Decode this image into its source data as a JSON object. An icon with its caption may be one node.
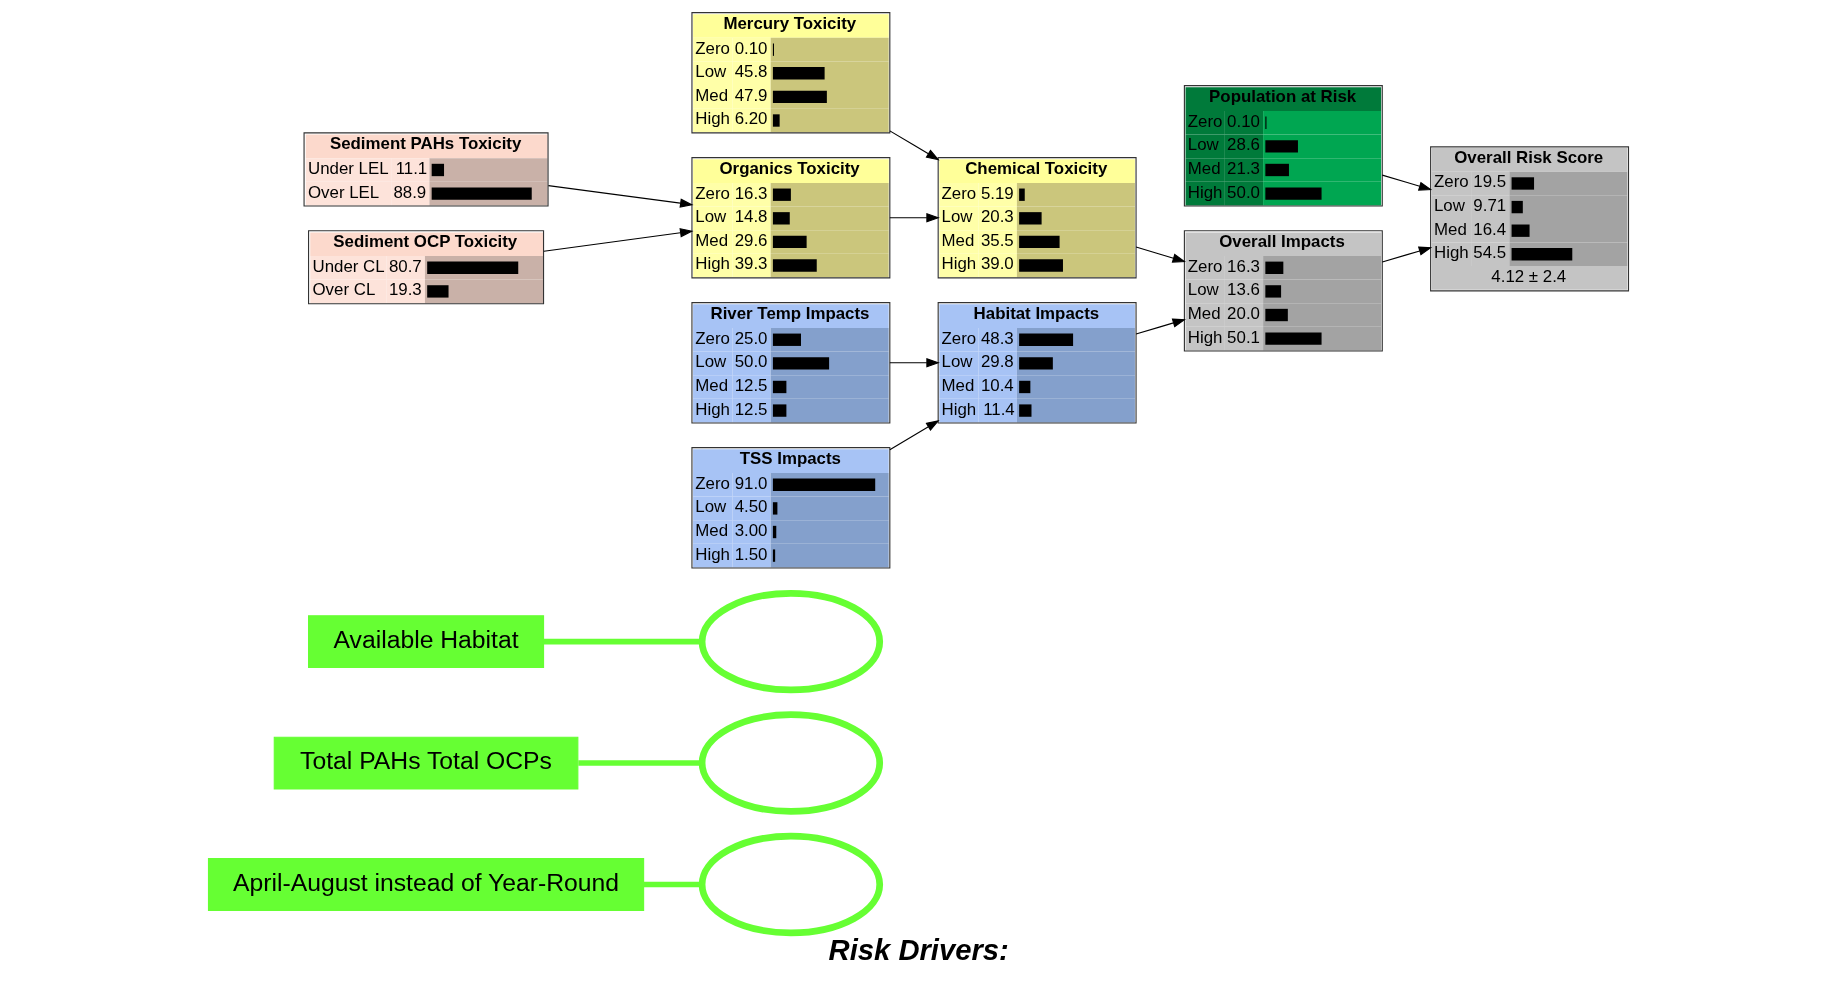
{
  "diagram": {
    "title": "Risk Drivers:",
    "nodes": [
      {
        "text": [
          "Total PAHs Total OCPs"
        ]
      },
      {
        "text": [
          "Available Habitat"
        ]
      },
      {
        "text": [
          "Mercury Toxicity",
          "Zero",
          "0.10",
          "Low",
          "45.8",
          "Med",
          "47.9",
          "High",
          "6.20"
        ]
      },
      {
        "text": [
          "Chemical Toxicity",
          "Zero",
          "5.19",
          "Low",
          "20.3",
          "Med",
          "35.5",
          "High",
          "39.0"
        ]
      },
      {
        "text": [
          "Population at Risk",
          "Zero",
          "0.10",
          "Low",
          "28.6",
          "Med",
          "21.3",
          "High",
          "50.0"
        ]
      },
      {
        "text": [],
        "shape": "ellipse"
      },
      {
        "text": [
          "Sediment PAHs Toxicity",
          "Under LEL",
          "11.1",
          "Over LEL",
          "88.9"
        ]
      },
      {
        "text": [],
        "shape": "ellipse"
      },
      {
        "text": [
          "Overall Risk Score",
          "Zero",
          "19.5",
          "Low",
          "9.71",
          "Med",
          "16.4",
          "High",
          "54.5",
          "4.12 ± 2.4"
        ]
      },
      {
        "text": [
          "Organics Toxicity",
          "Zero",
          "16.3",
          "Low",
          "14.8",
          "Med",
          "29.6",
          "High",
          "39.3"
        ]
      },
      {
        "text": [
          "Sediment OCP Toxicity",
          "Under CL",
          "80.7",
          "Over CL",
          "19.3"
        ]
      },
      {
        "text": [
          "Overall Impacts",
          "Zero",
          "16.3",
          "Low",
          "13.6",
          "Med",
          "20.0",
          "High",
          "50.1"
        ]
      },
      {
        "text": [
          "River Temp Impacts",
          "Zero",
          "25.0",
          "Low",
          "50.0",
          "Med",
          "12.5",
          "High",
          "12.5"
        ]
      },
      {
        "text": [],
        "shape": "ellipse"
      },
      {
        "text": [
          "Habitat Impacts",
          "Zero",
          "48.3",
          "Low",
          "29.8",
          "Med",
          "10.4",
          "High",
          "11.4"
        ]
      },
      {
        "text": [
          "TSS Impacts",
          "Zero",
          "91.0",
          "Low",
          "4.50",
          "Med",
          "3.00",
          "High",
          "1.50"
        ]
      },
      {
        "text": [
          "April-August instead of Year-Round"
        ]
      }
    ],
    "edges": [
      {
        "from": 2,
        "to": 3,
        "arrow": "to"
      },
      {
        "from": 9,
        "to": 3,
        "arrow": "to"
      },
      {
        "from": 6,
        "to": 9,
        "arrow": "to"
      },
      {
        "from": 10,
        "to": 9,
        "arrow": "to"
      },
      {
        "from": 3,
        "to": 11,
        "arrow": "to"
      },
      {
        "from": 4,
        "to": 8,
        "arrow": "to"
      },
      {
        "from": 11,
        "to": 8,
        "arrow": "to"
      },
      {
        "from": 14,
        "to": 11,
        "arrow": "to"
      },
      {
        "from": 12,
        "to": 14,
        "arrow": "to"
      },
      {
        "from": 15,
        "to": 14,
        "arrow": "to"
      },
      {
        "from": 0,
        "to": 7,
        "arrow": "none",
        "style": "thick",
        "color": "#66ff33"
      },
      {
        "from": 1,
        "to": 5,
        "arrow": "none",
        "style": "thick",
        "color": "#66ff33"
      },
      {
        "from": 16,
        "to": 13,
        "arrow": "none",
        "style": "thick",
        "color": "#66ff33"
      }
    ]
  }
}
